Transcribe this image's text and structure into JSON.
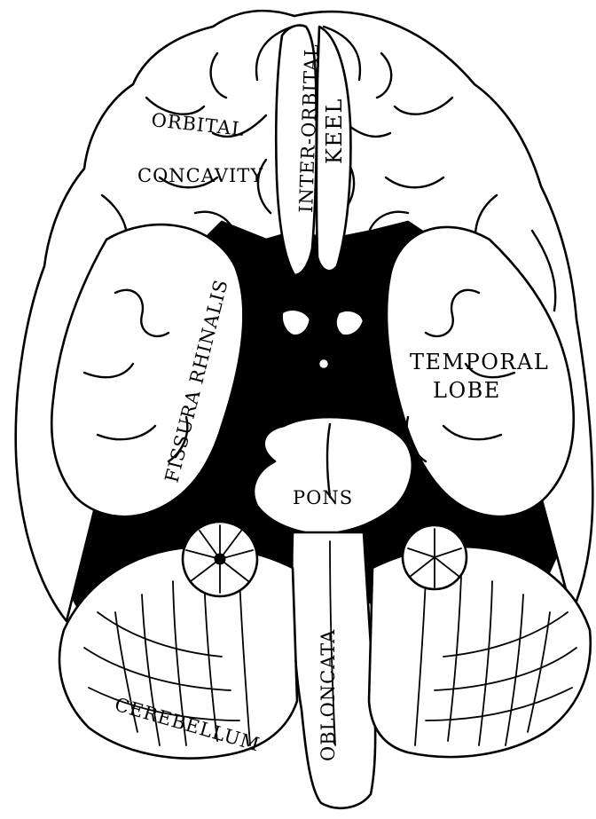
{
  "diagram": {
    "labels": {
      "orbital": "ORBITAL",
      "concavity": "CONCAVITY",
      "inter_orbital": "INTER-ORBITAL",
      "keel": "KEEL",
      "fissura_rhinalis": "FISSURA RHINALIS",
      "temporal": "TEMPORAL",
      "lobe": "LOBE",
      "pons": "PONS",
      "cerebellum": "CEREBELLUM",
      "oblongata": "OBLONCATA"
    },
    "colors": {
      "ink": "#000000",
      "paper": "#ffffff"
    }
  }
}
